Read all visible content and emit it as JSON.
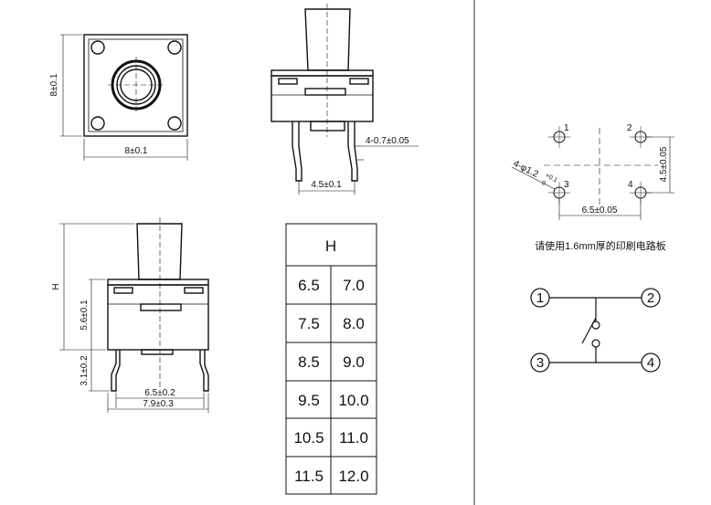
{
  "dimensions": {
    "top_view_height": "8±0.1",
    "top_view_width": "8±0.1",
    "lead_width": "4-0.7±0.05",
    "lead_pitch": "4.5±0.1",
    "height_label": "H",
    "body_height": "5.6±0.1",
    "lead_length": "3.1±0.2",
    "lead_spacing": "6.5±0.2",
    "overall_width": "7.9±0.3"
  },
  "height_table": {
    "header": "H",
    "rows": [
      [
        "6.5",
        "7.0"
      ],
      [
        "7.5",
        "8.0"
      ],
      [
        "8.5",
        "9.0"
      ],
      [
        "9.5",
        "10.0"
      ],
      [
        "10.5",
        "11.0"
      ],
      [
        "11.5",
        "12.0"
      ]
    ]
  },
  "pcb_layout": {
    "pins": [
      "1",
      "2",
      "3",
      "4"
    ],
    "hole_spec": "4-φ1.2",
    "hole_tol_plus": "+0.1",
    "hole_tol_minus": "0",
    "horizontal_pitch": "6.5±0.05",
    "vertical_pitch": "4.5±0.05",
    "caption": "请使用1.6mm厚的印刷电路板"
  },
  "schematic": {
    "pins": [
      "1",
      "2",
      "3",
      "4"
    ]
  }
}
